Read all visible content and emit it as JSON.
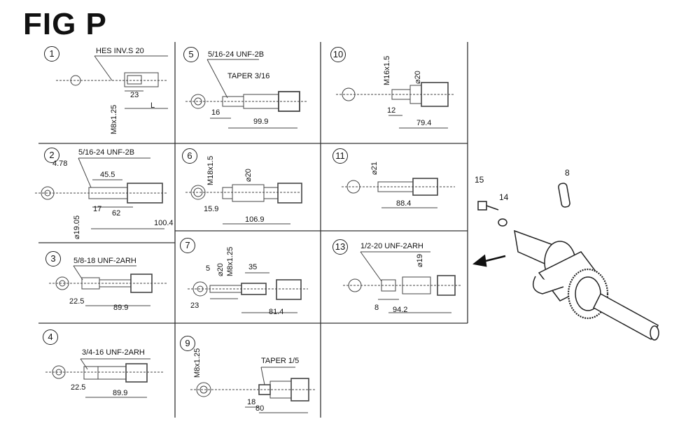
{
  "title": "FIG P",
  "panels": {
    "p1": {
      "num": "1",
      "thread": "HES INV.S 20",
      "d1": "23",
      "d2": "L",
      "v1": "M8x1.25"
    },
    "p2": {
      "num": "2",
      "thread": "5/16-24 UNF-2B",
      "d1": "4.78",
      "d2": "45.5",
      "d3": "17",
      "d4": "62",
      "d5": "100.4",
      "v1": "⌀19.05"
    },
    "p3": {
      "num": "3",
      "thread": "5/8-18 UNF-2ARH",
      "d1": "22.5",
      "d2": "89.9"
    },
    "p4": {
      "num": "4",
      "thread": "3/4-16 UNF-2ARH",
      "d1": "22.5",
      "d2": "89.9"
    },
    "p5": {
      "num": "5",
      "thread": "5/16-24 UNF-2B",
      "taper": "TAPER 3/16",
      "d1": "16",
      "d2": "99.9"
    },
    "p6": {
      "num": "6",
      "v1": "M18x1.5",
      "v2": "⌀20",
      "d1": "15.9",
      "d2": "106.9"
    },
    "p7": {
      "num": "7",
      "d1": "5",
      "v1": "⌀20",
      "v2": "M8x1.25",
      "d2": "35",
      "d3": "23",
      "d4": "81.4"
    },
    "p9": {
      "num": "9",
      "v1": "M8x1.25",
      "taper": "TAPER 1/5",
      "d1": "18",
      "d2": "80"
    },
    "p10": {
      "num": "10",
      "v1": "M16x1.5",
      "v2": "⌀20",
      "d1": "12",
      "d2": "79.4"
    },
    "p11": {
      "num": "11",
      "v1": "⌀21",
      "d1": "88.4"
    },
    "p13": {
      "num": "13",
      "thread": "1/2-20 UNF-2ARH",
      "v1": "⌀19",
      "d1": "8",
      "d2": "94.2"
    }
  },
  "callouts": {
    "c15": "15",
    "c14": "14",
    "c8": "8"
  }
}
